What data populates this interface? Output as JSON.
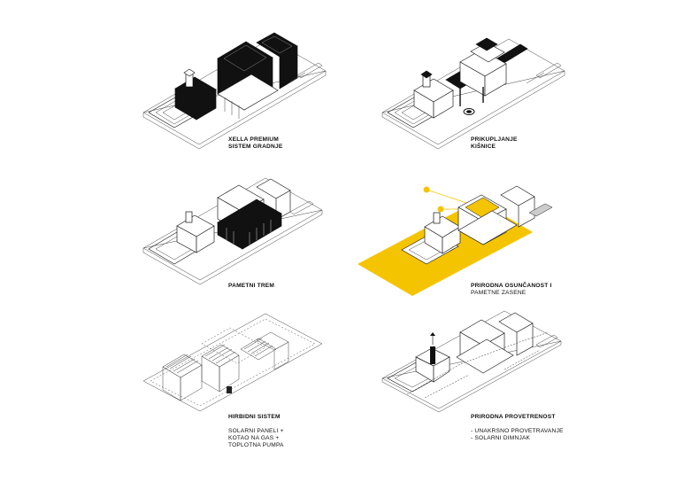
{
  "colors": {
    "accent": "#f5c400",
    "ink": "#111111",
    "background": "#ffffff"
  },
  "panels": [
    {
      "id": "xella",
      "title_lines": [
        "XELLA PREMIUM",
        "SISTEM GRADNJE"
      ],
      "notes": []
    },
    {
      "id": "kisnica",
      "title_lines": [
        "PRIKUPLJANJE",
        "KIŠNICE"
      ],
      "notes": []
    },
    {
      "id": "trem",
      "title_lines": [
        "PAMETNI TREM"
      ],
      "notes": []
    },
    {
      "id": "sunce",
      "title_lines": [
        "PRIRODNA OSUNČANOST I"
      ],
      "notes": [
        "PAMETNE ZASENE"
      ]
    },
    {
      "id": "hibrid",
      "title_lines": [
        "HIRBIDNI SISTEM"
      ],
      "notes": [
        "SOLARNI PANELI +",
        "KOTAO NA GAS +",
        "TOPLOTNA PUMPA"
      ]
    },
    {
      "id": "vetar",
      "title_lines": [
        "PRIRODNA PROVETRENOST"
      ],
      "notes": [
        "- UNAKRSNO PROVETRAVANJE",
        "- SOLARNI DIMNJAK"
      ]
    }
  ]
}
